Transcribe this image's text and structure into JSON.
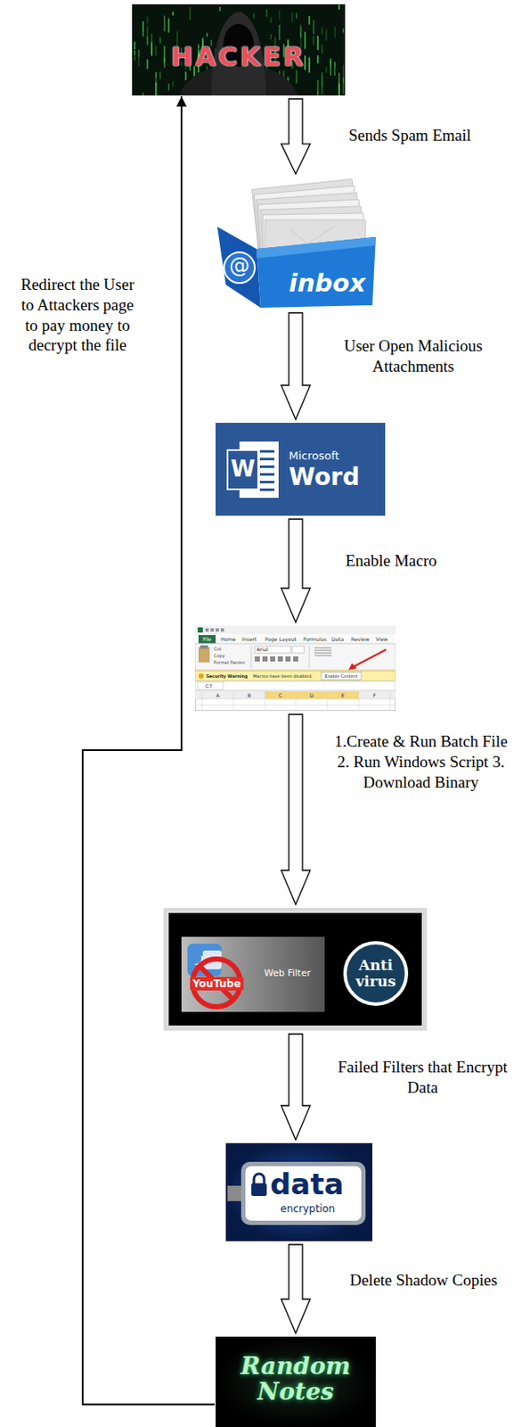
{
  "diagram": {
    "nodes": [
      {
        "text": [
          "HACKER"
        ]
      },
      {
        "text": [
          "@",
          "inbox"
        ]
      },
      {
        "text": [
          "W",
          "Microsoft",
          "Word"
        ]
      },
      {
        "text": [
          "File",
          "Home",
          "Insert",
          "Page Layout",
          "Formulas",
          "Data",
          "Review",
          "View",
          "Cut",
          "Copy",
          "Format Painter",
          "Arial",
          "Security Warning",
          "Macros have been disabled.",
          "Enable Content",
          "C7",
          "A",
          "B",
          "C",
          "D",
          "E",
          "F"
        ]
      },
      {
        "text": [
          "YouTube",
          "Web Filter",
          "Anti virus"
        ]
      },
      {
        "text": [
          "data",
          "encryption"
        ]
      },
      {
        "text": [
          "Random Notes"
        ]
      }
    ],
    "edges": [
      {
        "from": 0,
        "to": 1,
        "label": "Sends Spam Email",
        "arrow": "to"
      },
      {
        "from": 1,
        "to": 2,
        "label": "User Open Malicious Attachments",
        "arrow": "to"
      },
      {
        "from": 2,
        "to": 3,
        "label": "Enable Macro",
        "arrow": "to"
      },
      {
        "from": 3,
        "to": 4,
        "label": "1.Create & Run Batch File 2. Run Windows Script 3. Download Binary",
        "arrow": "to"
      },
      {
        "from": 4,
        "to": 5,
        "label": "Failed Filters that Encrypt Data",
        "arrow": "to"
      },
      {
        "from": 5,
        "to": 6,
        "label": "Delete Shadow Copies",
        "arrow": "to"
      },
      {
        "from": 6,
        "to": 0,
        "label": "Redirect the User to Attackers page to pay money to decrypt the file",
        "arrow": "to"
      }
    ]
  }
}
